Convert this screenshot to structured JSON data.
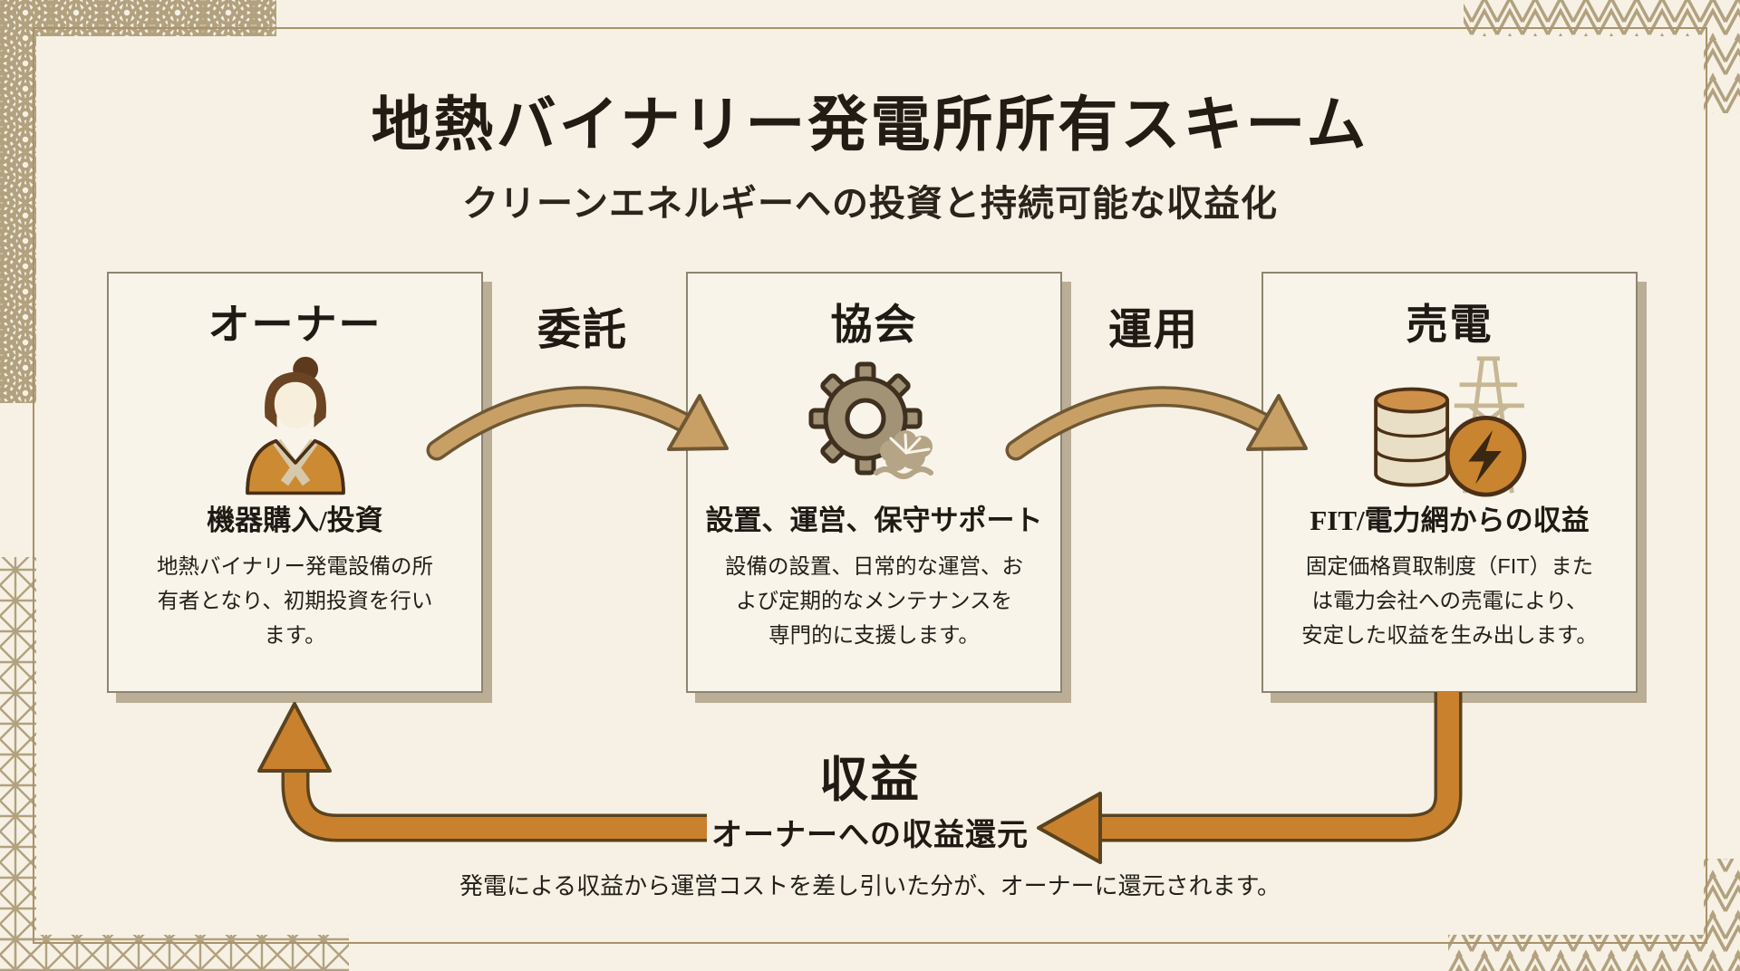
{
  "page": {
    "title": "地熱バイナリー発電所所有スキーム",
    "subtitle": "クリーンエネルギーへの投資と持続可能な収益化"
  },
  "flow": {
    "boxes": [
      {
        "title": "オーナー",
        "icon": "kimono-person-icon",
        "heading": "機器購入/投資",
        "description_lines": [
          "地熱バイナリー発電設備の所",
          "有者となり、初期投資を行い",
          "ます。"
        ]
      },
      {
        "title": "協会",
        "icon": "gear-pine-icon",
        "heading": "設置、運営、保守サポート",
        "description_lines": [
          "設備の設置、日常的な運営、お",
          "よび定期的なメンテナンスを",
          "専門的に支援します。"
        ]
      },
      {
        "title": "売電",
        "icon": "coins-power-grid-icon",
        "heading": "FIT/電力網からの収益",
        "description_lines": [
          "固定価格買取制度（FIT）また",
          "は電力会社への売電により、",
          "安定した収益を生み出します。"
        ]
      }
    ],
    "arrows": [
      {
        "label": "委託"
      },
      {
        "label": "運用"
      }
    ],
    "return_flow": {
      "label": "収益",
      "sublabel": "オーナーへの収益還元",
      "caption": "発電による収益から運営コストを差し引いた分が、オーナーに還元されます。"
    }
  },
  "colors": {
    "background": "#f6f1e4",
    "box_background": "#f8f4e9",
    "box_border": "#8d8471",
    "box_shadow": "#bbae96",
    "text": "#201a12",
    "arc_arrow": "#c8a065",
    "arc_arrow_outline": "#6f5733",
    "return_arrow": "#c9812e",
    "return_arrow_outline": "#5a431e",
    "ornament_pattern": "#b2a17f",
    "kimono_orange": "#cc8a33",
    "accent_orange": "#c9842f"
  }
}
